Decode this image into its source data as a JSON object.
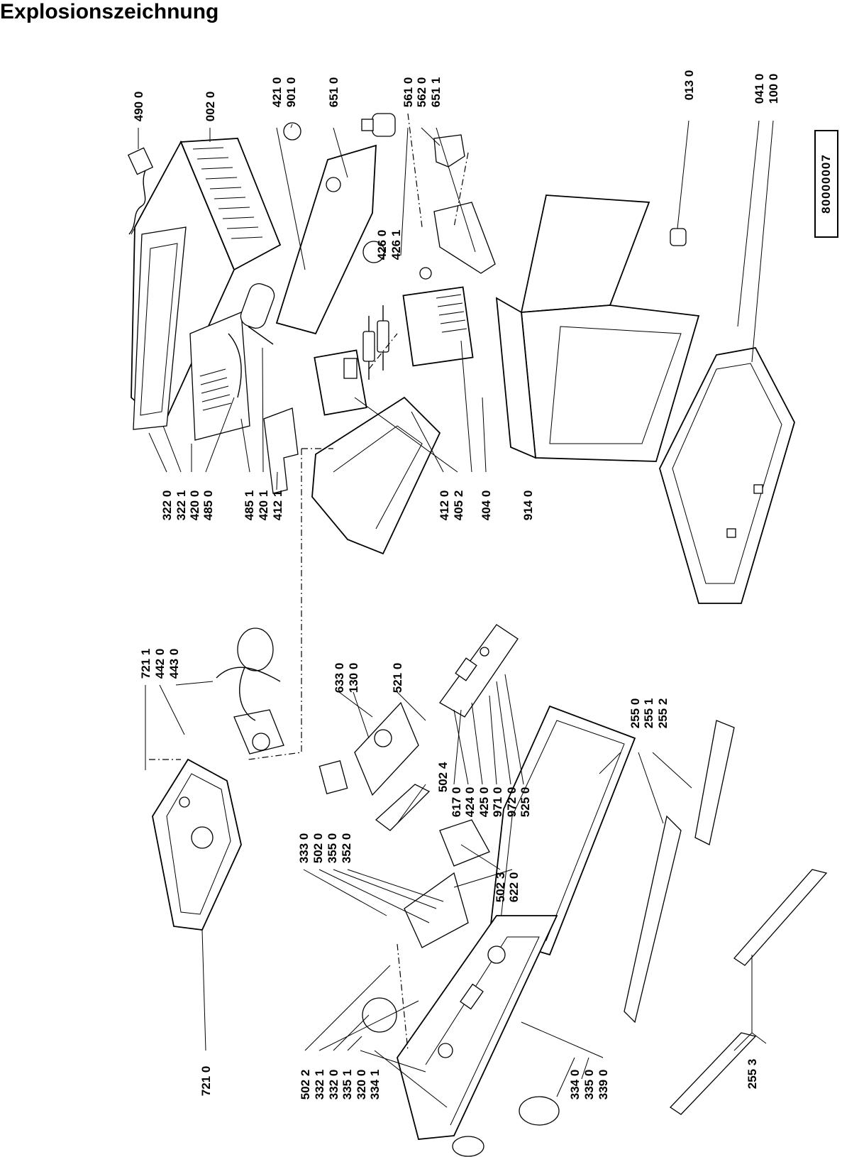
{
  "title": "Explosionszeichnung",
  "doc_number": "80000007",
  "labels": {
    "l490_0": "490 0",
    "l002_0": "002 0",
    "l421_0": "421 0",
    "l901_0": "901 0",
    "l651_0": "651 0",
    "l561_0": "561 0",
    "l562_0": "562 0",
    "l651_1": "651 1",
    "l426_0": "426 0",
    "l426_1": "426 1",
    "l013_0": "013 0",
    "l041_0": "041 0",
    "l100_0": "100 0",
    "l322_0": "322 0",
    "l322_1": "322 1",
    "l420_0": "420 0",
    "l485_0": "485 0",
    "l485_1": "485 1",
    "l420_1": "420 1",
    "l412_1": "412 1",
    "l412_0": "412 0",
    "l405_2": "405 2",
    "l404_0": "404 0",
    "l914_0": "914 0",
    "l721_1": "721 1",
    "l442_0": "442 0",
    "l443_0": "443 0",
    "l633_0": "633 0",
    "l130_0": "130 0",
    "l521_0": "521 0",
    "l255_0": "255 0",
    "l255_1": "255 1",
    "l255_2": "255 2",
    "l502_4": "502 4",
    "l617_0": "617 0",
    "l424_0": "424 0",
    "l425_0": "425 0",
    "l971_0": "971 0",
    "l972_0": "972 0",
    "l525_0": "525 0",
    "l333_0": "333 0",
    "l502_0": "502 0",
    "l355_0": "355 0",
    "l352_0": "352 0",
    "l502_3": "502 3",
    "l622_0": "622 0",
    "l721_0": "721 0",
    "l502_2": "502 2",
    "l332_1": "332 1",
    "l332_0": "332 0",
    "l335_1": "335 1",
    "l320_0": "320 0",
    "l334_1": "334 1",
    "l334_0": "334 0",
    "l335_0": "335 0",
    "l339_0": "339 0",
    "l255_3": "255 3"
  }
}
